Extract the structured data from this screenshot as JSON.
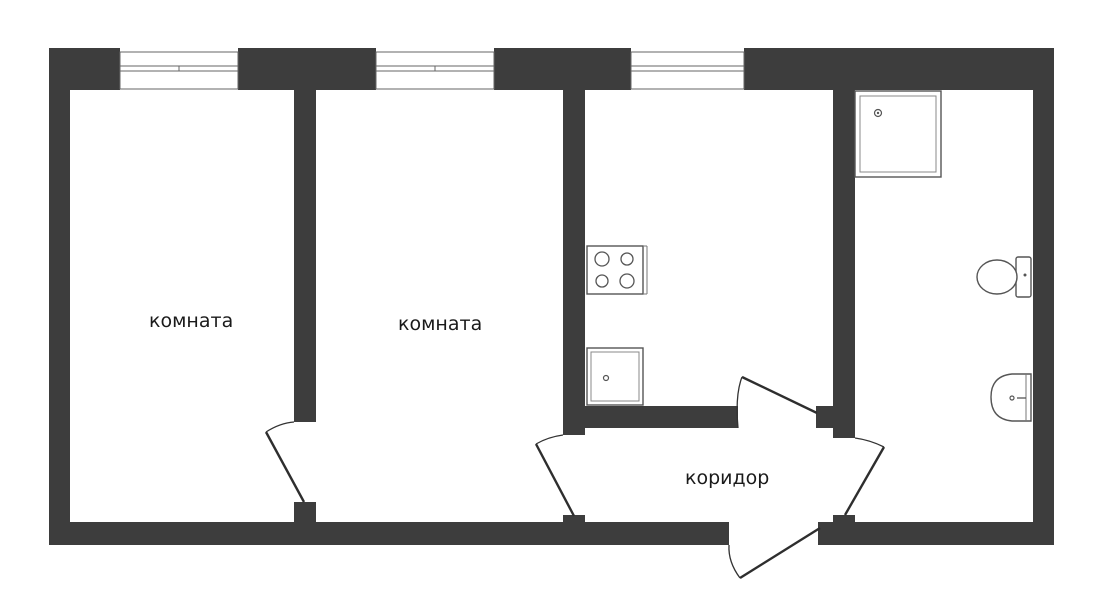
{
  "rooms": {
    "room1": {
      "label": "комната"
    },
    "room2": {
      "label": "комната"
    },
    "corridor": {
      "label": "коридор"
    }
  },
  "colors": {
    "wall": "#3d3d3d",
    "floor": "#ffffff"
  },
  "fixtures": [
    "window",
    "window",
    "window",
    "stove",
    "kitchen-sink",
    "shower-tray",
    "toilet",
    "washbasin"
  ]
}
